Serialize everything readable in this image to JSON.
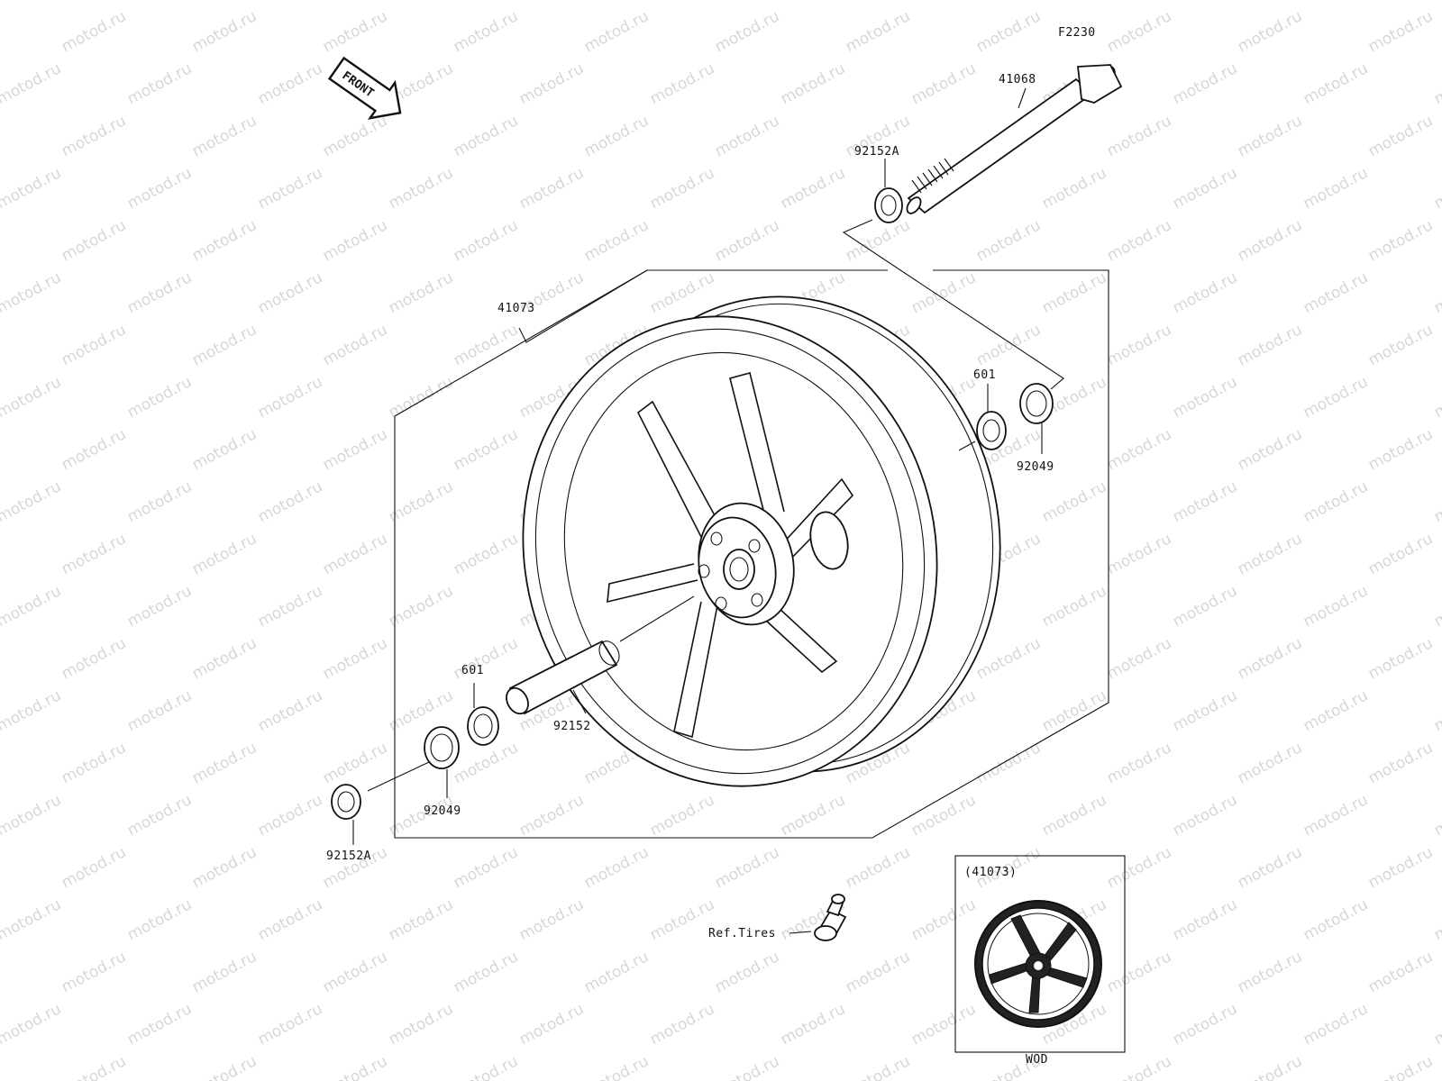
{
  "diagram_code": "F2230",
  "front_label": "FRONT",
  "watermark": "motod.ru",
  "labels": {
    "axle": "41068",
    "collar_top": "92152A",
    "wheel": "41073",
    "bearing_right": "601",
    "seal_right": "92049",
    "bearing_left": "601",
    "spacer": "92152",
    "seal_left": "92049",
    "collar_bottom": "92152A",
    "valve_ref": "Ref.Tires"
  },
  "inset": {
    "part_ref": "(41073)",
    "caption": "WOD"
  }
}
